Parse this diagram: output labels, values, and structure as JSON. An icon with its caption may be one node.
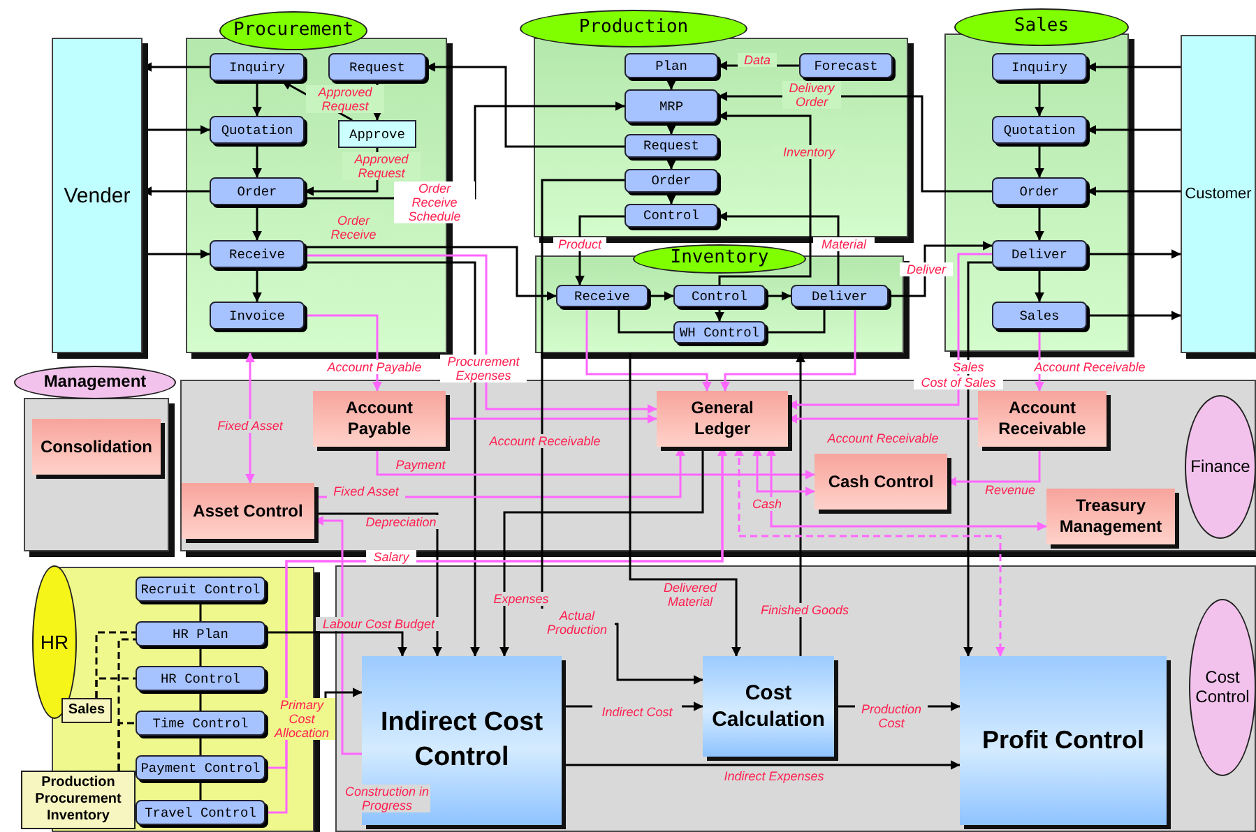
{
  "diagram": {
    "nodes": [
      {
        "text": [
          "Procurement"
        ]
      },
      {
        "text": [
          "Vender"
        ]
      },
      {
        "text": [
          "Inquiry"
        ],
        "in": 0
      },
      {
        "text": [
          "Request"
        ],
        "in": 0
      },
      {
        "text": [
          "Quotation"
        ],
        "in": 0
      },
      {
        "text": [
          "Approve"
        ],
        "in": 0
      },
      {
        "text": [
          "Order"
        ],
        "in": 0
      },
      {
        "text": [
          "Receive"
        ],
        "in": 0
      },
      {
        "text": [
          "Invoice"
        ],
        "in": 0
      },
      {
        "text": [
          "Production"
        ]
      },
      {
        "text": [
          "Plan"
        ],
        "in": 9
      },
      {
        "text": [
          "Forecast"
        ],
        "in": 9
      },
      {
        "text": [
          "MRP"
        ],
        "in": 9
      },
      {
        "text": [
          "Request"
        ],
        "in": 9
      },
      {
        "text": [
          "Order"
        ],
        "in": 9
      },
      {
        "text": [
          "Control"
        ],
        "in": 9
      },
      {
        "text": [
          "Inventory"
        ]
      },
      {
        "text": [
          "Receive"
        ],
        "in": 16
      },
      {
        "text": [
          "Control"
        ],
        "in": 16
      },
      {
        "text": [
          "Deliver"
        ],
        "in": 16
      },
      {
        "text": [
          "WH Control"
        ],
        "in": 16
      },
      {
        "text": [
          "Sales"
        ]
      },
      {
        "text": [
          "Inquiry"
        ],
        "in": 21
      },
      {
        "text": [
          "Quotation"
        ],
        "in": 21
      },
      {
        "text": [
          "Order"
        ],
        "in": 21
      },
      {
        "text": [
          "Deliver"
        ],
        "in": 21
      },
      {
        "text": [
          "Sales"
        ],
        "in": 21
      },
      {
        "text": [
          "Customer"
        ]
      },
      {
        "text": [
          "Management"
        ]
      },
      {
        "text": [
          "Consolidation"
        ],
        "in": 28
      },
      {
        "text": [
          "Finance"
        ]
      },
      {
        "text": [
          "Account Payable"
        ],
        "in": 30
      },
      {
        "text": [
          "General Ledger"
        ],
        "in": 30
      },
      {
        "text": [
          "Account Receivable"
        ],
        "in": 30
      },
      {
        "text": [
          "Asset Control"
        ],
        "in": 30
      },
      {
        "text": [
          "Cash Control"
        ],
        "in": 30
      },
      {
        "text": [
          "Treasury Management"
        ],
        "in": 30
      },
      {
        "text": [
          "HR"
        ]
      },
      {
        "text": [
          "Recruit Control"
        ],
        "in": 37
      },
      {
        "text": [
          "HR Plan"
        ],
        "in": 37
      },
      {
        "text": [
          "HR Control"
        ],
        "in": 37
      },
      {
        "text": [
          "Time Control"
        ],
        "in": 37
      },
      {
        "text": [
          "Payment Control"
        ],
        "in": 37
      },
      {
        "text": [
          "Travel Control"
        ],
        "in": 37
      },
      {
        "text": [
          "Sales"
        ],
        "in": 37
      },
      {
        "text": [
          "Production Procurement Inventory"
        ]
      },
      {
        "text": [
          "Cost Control"
        ]
      },
      {
        "text": [
          "Indirect Cost Control"
        ],
        "in": 46
      },
      {
        "text": [
          "Cost Calculation"
        ],
        "in": 46
      },
      {
        "text": [
          "Profit Control"
        ],
        "in": 46
      }
    ],
    "edges": [
      {
        "from": 2,
        "to": 1,
        "arrow": "to"
      },
      {
        "from": 1,
        "to": 4,
        "arrow": "to"
      },
      {
        "from": 6,
        "to": 1,
        "arrow": "to"
      },
      {
        "from": 1,
        "to": 7,
        "arrow": "to"
      },
      {
        "from": 2,
        "to": 4,
        "arrow": "to"
      },
      {
        "from": 4,
        "to": 6,
        "arrow": "to"
      },
      {
        "from": 6,
        "to": 7,
        "arrow": "to"
      },
      {
        "from": 7,
        "to": 8,
        "arrow": "to"
      },
      {
        "from": 3,
        "to": 5,
        "arrow": "to"
      },
      {
        "from": 5,
        "to": 6,
        "arrow": "to",
        "label": "Approved Request"
      },
      {
        "from": 5,
        "to": 2,
        "arrow": "to",
        "label": "Approved Request"
      },
      {
        "from": 13,
        "to": 3,
        "arrow": "to"
      },
      {
        "from": 6,
        "to": 12,
        "arrow": "to",
        "label": "Order Receive Schedule"
      },
      {
        "from": 7,
        "to": 17,
        "arrow": "to",
        "label": "Order Receive"
      },
      {
        "from": 7,
        "to": 32,
        "arrow": "to",
        "label": "Procurement Expenses",
        "color": "#ff66ff"
      },
      {
        "from": 7,
        "to": 47,
        "arrow": "to"
      },
      {
        "from": 8,
        "to": 31,
        "arrow": "to",
        "label": "Account Payable",
        "color": "#ff66ff"
      },
      {
        "from": 0,
        "to": 34,
        "arrow": "both",
        "label": "Fixed Asset",
        "color": "#ff66ff"
      },
      {
        "from": 31,
        "to": 32,
        "arrow": "to",
        "label": "Account Receivable",
        "color": "#ff66ff"
      },
      {
        "from": 31,
        "to": 35,
        "arrow": "to",
        "label": "Payment",
        "color": "#ff66ff"
      },
      {
        "from": 34,
        "to": 32,
        "arrow": "to",
        "label": "Fixed Asset",
        "color": "#ff66ff"
      },
      {
        "from": 34,
        "to": 47,
        "arrow": "to",
        "label": "Depreciation"
      },
      {
        "from": 32,
        "to": 47,
        "arrow": "to",
        "label": "Expenses"
      },
      {
        "from": 42,
        "to": 32,
        "arrow": "to",
        "label": "Salary",
        "color": "#ff66ff"
      },
      {
        "from": 43,
        "to": 32,
        "arrow": "to",
        "color": "#ff66ff"
      },
      {
        "from": 47,
        "to": 34,
        "arrow": "to",
        "label": "Construction in Progress",
        "color": "#ff66ff"
      },
      {
        "from": 39,
        "to": 47,
        "arrow": "to",
        "label": "Labour Cost Budget"
      },
      {
        "from": 41,
        "to": 47,
        "arrow": "to",
        "label": "Primary Cost Allocation"
      },
      {
        "from": 38,
        "to": 39,
        "arrow": "none"
      },
      {
        "from": 39,
        "to": 40,
        "arrow": "none"
      },
      {
        "from": 40,
        "to": 41,
        "arrow": "none"
      },
      {
        "from": 41,
        "to": 42,
        "arrow": "none"
      },
      {
        "from": 42,
        "to": 43,
        "arrow": "none"
      },
      {
        "from": 44,
        "to": 39,
        "arrow": "none",
        "style": "dashed"
      },
      {
        "from": 44,
        "to": 40,
        "arrow": "none",
        "style": "dashed"
      },
      {
        "from": 45,
        "to": 39,
        "arrow": "none",
        "style": "dashed"
      },
      {
        "from": 45,
        "to": 41,
        "arrow": "none",
        "style": "dashed"
      },
      {
        "from": 11,
        "to": 10,
        "arrow": "to",
        "label": "Data"
      },
      {
        "from": 10,
        "to": 12,
        "arrow": "to"
      },
      {
        "from": 12,
        "to": 13,
        "arrow": "to"
      },
      {
        "from": 13,
        "to": 14,
        "arrow": "to"
      },
      {
        "from": 14,
        "to": 15,
        "arrow": "to"
      },
      {
        "from": 24,
        "to": 12,
        "arrow": "to",
        "label": "Delivery Order"
      },
      {
        "from": 18,
        "to": 12,
        "arrow": "to",
        "label": "Inventory"
      },
      {
        "from": 15,
        "to": 17,
        "arrow": "to",
        "label": "Product"
      },
      {
        "from": 19,
        "to": 15,
        "arrow": "to",
        "label": "Material"
      },
      {
        "from": 17,
        "to": 18,
        "arrow": "to"
      },
      {
        "from": 18,
        "to": 19,
        "arrow": "to"
      },
      {
        "from": 18,
        "to": 20,
        "arrow": "to"
      },
      {
        "from": 17,
        "to": 20,
        "arrow": "none"
      },
      {
        "from": 20,
        "to": 19,
        "arrow": "none"
      },
      {
        "from": 19,
        "to": 25,
        "arrow": "to",
        "label": "Deliver"
      },
      {
        "from": 17,
        "to": 32,
        "arrow": "to",
        "color": "#ff66ff"
      },
      {
        "from": 19,
        "to": 32,
        "arrow": "to",
        "color": "#ff66ff"
      },
      {
        "from": 14,
        "to": 48,
        "arrow": "to",
        "label": "Actual Production"
      },
      {
        "from": 16,
        "to": 48,
        "arrow": "to",
        "label": "Delivered Material"
      },
      {
        "from": 48,
        "to": 16,
        "arrow": "to",
        "label": "Finished Goods"
      },
      {
        "from": 27,
        "to": 22,
        "arrow": "to"
      },
      {
        "from": 27,
        "to": 23,
        "arrow": "to"
      },
      {
        "from": 27,
        "to": 24,
        "arrow": "to"
      },
      {
        "from": 25,
        "to": 27,
        "arrow": "to"
      },
      {
        "from": 26,
        "to": 27,
        "arrow": "to"
      },
      {
        "from": 22,
        "to": 23,
        "arrow": "to"
      },
      {
        "from": 23,
        "to": 24,
        "arrow": "to"
      },
      {
        "from": 24,
        "to": 25,
        "arrow": "to"
      },
      {
        "from": 25,
        "to": 26,
        "arrow": "to"
      },
      {
        "from": 26,
        "to": 33,
        "arrow": "to",
        "label": "Account Receivable",
        "color": "#ff66ff"
      },
      {
        "from": 25,
        "to": 32,
        "arrow": "to",
        "label": "Sales",
        "color": "#ff66ff"
      },
      {
        "from": 25,
        "to": 49,
        "arrow": "to",
        "label": "Cost of Sales"
      },
      {
        "from": 33,
        "to": 32,
        "arrow": "to",
        "label": "Account Receivable",
        "color": "#ff66ff"
      },
      {
        "from": 33,
        "to": 35,
        "arrow": "to",
        "label": "Revenue",
        "color": "#ff66ff"
      },
      {
        "from": 32,
        "to": 35,
        "arrow": "both",
        "label": "Cash",
        "color": "#ff66ff"
      },
      {
        "from": 32,
        "to": 36,
        "arrow": "both",
        "color": "#ff66ff"
      },
      {
        "from": 32,
        "to": 49,
        "arrow": "both",
        "color": "#ff66ff",
        "style": "dashed"
      },
      {
        "from": 48,
        "to": 49,
        "arrow": "to",
        "label": "Production Cost"
      },
      {
        "from": 47,
        "to": 48,
        "arrow": "to",
        "label": "Indirect Cost"
      },
      {
        "from": 47,
        "to": 49,
        "arrow": "to",
        "label": "Indirect Expenses"
      }
    ]
  }
}
